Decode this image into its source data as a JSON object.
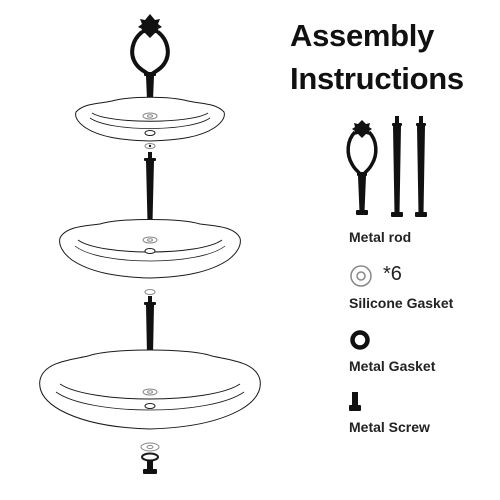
{
  "title": {
    "line1": "Assembly",
    "line2": "Instructions"
  },
  "parts": {
    "metal_rod": {
      "label": "Metal rod",
      "icon": "metal-rod-icon"
    },
    "silicone_gasket": {
      "label": "Silicone Gasket",
      "quantity": "*6",
      "icon": "silicone-gasket-icon"
    },
    "metal_gasket": {
      "label": "Metal Gasket",
      "icon": "metal-gasket-icon"
    },
    "metal_screw": {
      "label": "Metal Screw",
      "icon": "metal-screw-icon"
    }
  },
  "colors": {
    "line": "#1a1a1a",
    "metal": "#111111",
    "gasket": "#888888",
    "background": "#ffffff"
  }
}
